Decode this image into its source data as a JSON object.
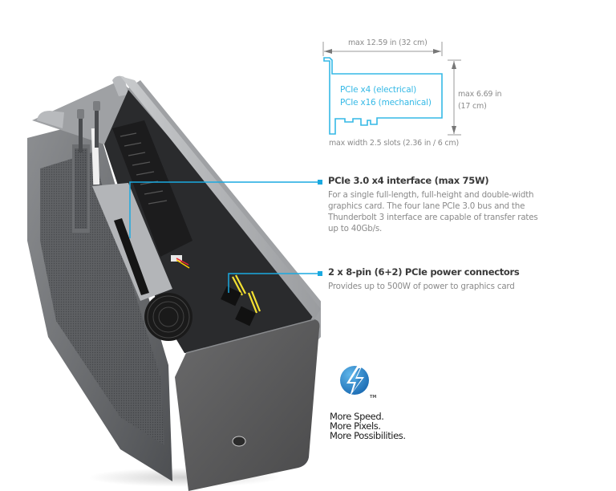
{
  "diagram": {
    "width_label": "max 12.59 in (32 cm)",
    "height_label_line1": "max 6.69 in",
    "height_label_line2": "(17 cm)",
    "slot_label": "max width 2.5 slots (2.36 in / 6 cm)",
    "card_line1": "PCIe x4 (electrical)",
    "card_line2": "PCIe x16 (mechanical)",
    "accent_color": "#35b9e6"
  },
  "features": [
    {
      "title": "PCIe 3.0 x4 interface (max 75W)",
      "description_lines": [
        "For a single full-length, full-height and double-width",
        "graphics card. The four lane PCIe 3.0 bus and the",
        "Thunderbolt 3 interface are capable of transfer rates",
        "up to 40Gb/s."
      ]
    },
    {
      "title": "2 x 8-pin (6+2) PCIe power connectors",
      "description_lines": [
        "Provides up to 500W of power to graphics card"
      ]
    }
  ],
  "thunderbolt": {
    "trademark": "TM",
    "tagline": [
      "More Speed.",
      "More Pixels.",
      "More Possibilities."
    ],
    "logo_color": "#1f7fc4"
  },
  "callout_color": "#1aa9e0"
}
